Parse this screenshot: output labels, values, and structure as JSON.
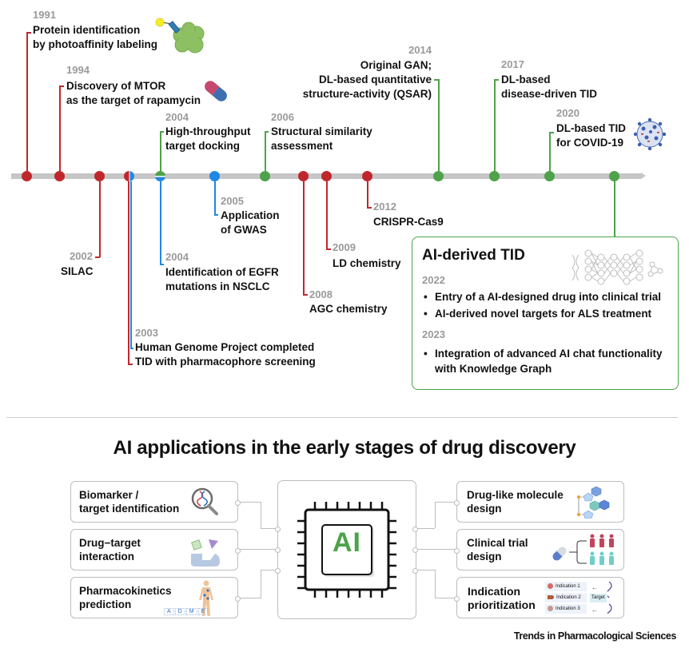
{
  "timeline": {
    "colors": {
      "red": "#c0272d",
      "blue": "#1e88e5",
      "green": "#4ea24a",
      "bar": "#c6c6c6"
    },
    "events_above": [
      {
        "year": "1991",
        "text": [
          "Protein identification",
          "by photoaffinity labeling"
        ],
        "color": "red",
        "icon": "photoaffinity-protein-icon"
      },
      {
        "year": "1994",
        "text": [
          "Discovery of MTOR",
          "as the target of rapamycin"
        ],
        "color": "red",
        "icon": "capsule-icon"
      },
      {
        "year": "2004",
        "text": [
          "High-throughput",
          "target docking"
        ],
        "color": "green"
      },
      {
        "year": "2006",
        "text": [
          "Structural similarity",
          "assessment"
        ],
        "color": "green"
      },
      {
        "year": "2014",
        "text": [
          "Original GAN;",
          "DL-based quantitative",
          "structure-activity (QSAR)"
        ],
        "color": "green"
      },
      {
        "year": "2017",
        "text": [
          "DL-based",
          "disease-driven TID"
        ],
        "color": "green"
      },
      {
        "year": "2020",
        "text": [
          "DL-based TID",
          "for COVID-19"
        ],
        "color": "green",
        "icon": "virus-icon"
      }
    ],
    "events_below": [
      {
        "year": "2002",
        "text": [
          "SILAC"
        ],
        "color": "red"
      },
      {
        "year": "2003",
        "text": [
          "Human Genome Project completed",
          "TID with pharmacophore screening"
        ],
        "color": "red-blue"
      },
      {
        "year": "2004",
        "text": [
          "Identification of EGFR",
          "mutations in NSCLC"
        ],
        "color": "blue"
      },
      {
        "year": "2005",
        "text": [
          "Application",
          "of GWAS"
        ],
        "color": "blue"
      },
      {
        "year": "2008",
        "text": [
          "AGC chemistry"
        ],
        "color": "red"
      },
      {
        "year": "2009",
        "text": [
          "LD chemistry"
        ],
        "color": "red"
      },
      {
        "year": "2012",
        "text": [
          "CRISPR-Cas9"
        ],
        "color": "red"
      }
    ]
  },
  "ai_box": {
    "title": "AI-derived TID",
    "groups": [
      {
        "year": "2022",
        "items": [
          "Entry of a AI-designed drug into clinical trial",
          "AI-derived novel targets for ALS treatment"
        ]
      },
      {
        "year": "2023",
        "items": [
          "Integration of advanced AI chat functionality",
          "with Knowledge Graph"
        ]
      }
    ],
    "bullet": "•"
  },
  "applications": {
    "title": "AI applications in the early stages of drug discovery",
    "center_label": "AI",
    "center_color": "#4ea24a",
    "left": [
      {
        "label": [
          "Biomarker /",
          "target identification"
        ],
        "icon": "magnifier-dna-icon"
      },
      {
        "label": [
          "Drug−target",
          "interaction"
        ],
        "icon": "drug-target-binding-icon"
      },
      {
        "label": [
          "Pharmacokinetics",
          "prediction"
        ],
        "icon": "human-body-adme-icon",
        "adme": [
          "A",
          "D",
          "M",
          "E"
        ]
      }
    ],
    "right": [
      {
        "label": [
          "Drug-like molecule",
          "design"
        ],
        "icon": "molecule-icon"
      },
      {
        "label": [
          "Clinical trial",
          "design"
        ],
        "icon": "pill-patient-groups-icon"
      },
      {
        "label": [
          "Indication",
          "prioritization"
        ],
        "icon": "indication-list-icon",
        "indications": [
          "Indication 1",
          "Indication 2",
          "Indication 3"
        ],
        "target_label": "Target"
      }
    ]
  },
  "footer": "Trends in Pharmacological Sciences"
}
